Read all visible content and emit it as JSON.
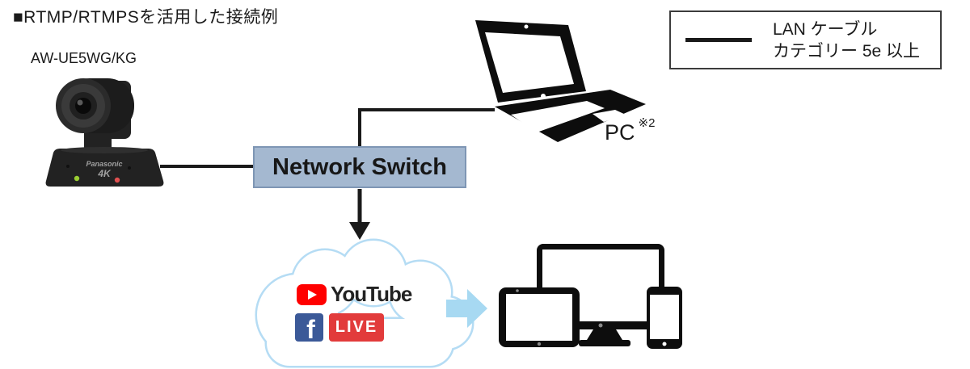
{
  "title": "■RTMP/RTMPSを活用した接続例",
  "camera": {
    "model": "AW-UE5WG/KG",
    "brand": "Panasonic",
    "badge": "4K"
  },
  "network_switch": {
    "label": "Network Switch"
  },
  "pc": {
    "label": "PC",
    "footnote": "※2"
  },
  "legend": {
    "line1": "LAN ケーブル",
    "line2": "カテゴリー 5e 以上"
  },
  "cloud": {
    "youtube_label": "YouTube",
    "facebook_f": "f",
    "live_label": "LIVE"
  },
  "colors": {
    "line": "#1a1a1a",
    "switch_fill": "#a4b8d0",
    "switch_border": "#7e96b4",
    "cloud_stroke": "#b5dcf4",
    "arrow_blue": "#a7d9f2",
    "youtube_red": "#ff0000",
    "facebook_blue": "#3b5998",
    "live_red": "#e23b3b"
  }
}
